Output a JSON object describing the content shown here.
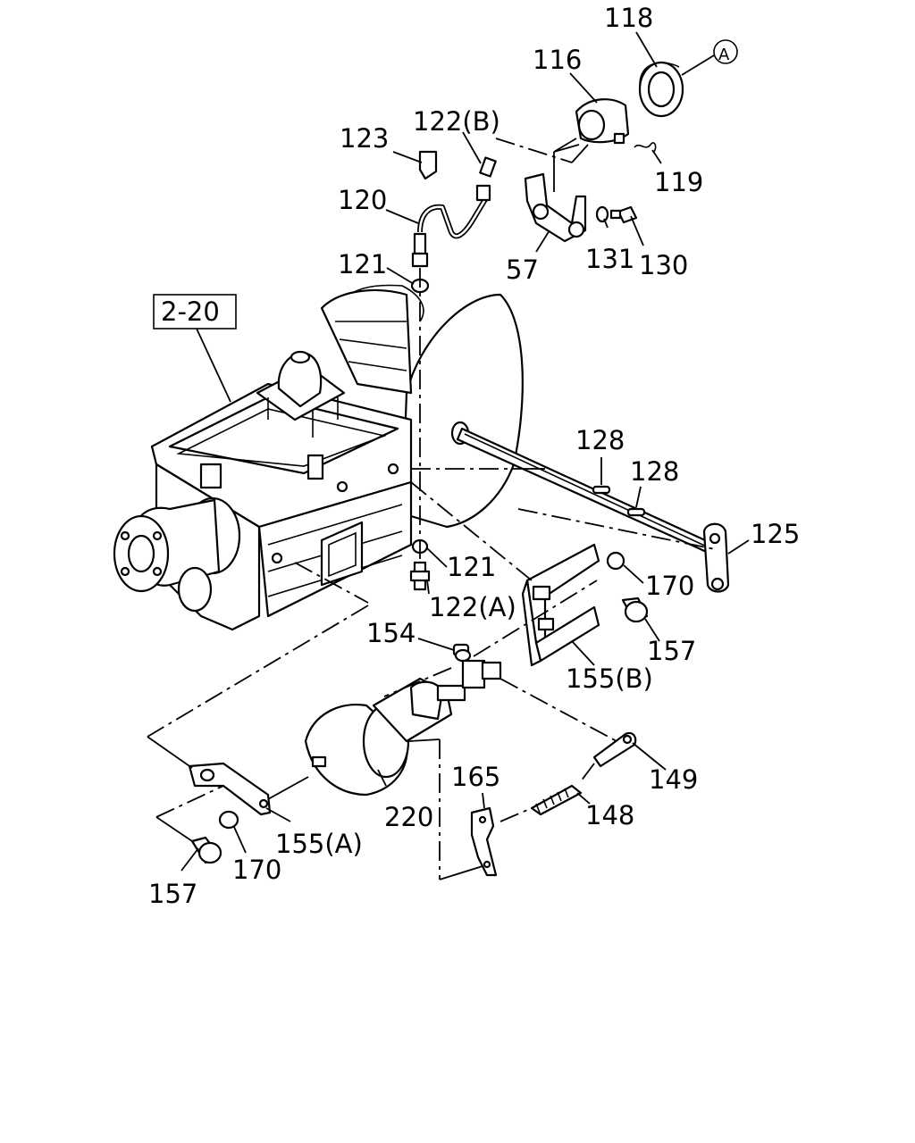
{
  "diagram": {
    "reference_box": "2-20",
    "circle_marker": "A",
    "callouts": [
      {
        "id": "118",
        "text": "118"
      },
      {
        "id": "116",
        "text": "116"
      },
      {
        "id": "122B",
        "text": "122(B)"
      },
      {
        "id": "123",
        "text": "123"
      },
      {
        "id": "119",
        "text": "119"
      },
      {
        "id": "120",
        "text": "120"
      },
      {
        "id": "57",
        "text": "57"
      },
      {
        "id": "131",
        "text": "131"
      },
      {
        "id": "130",
        "text": "130"
      },
      {
        "id": "121a",
        "text": "121"
      },
      {
        "id": "128a",
        "text": "128"
      },
      {
        "id": "128b",
        "text": "128"
      },
      {
        "id": "125",
        "text": "125"
      },
      {
        "id": "121b",
        "text": "121"
      },
      {
        "id": "170a",
        "text": "170"
      },
      {
        "id": "122A",
        "text": "122(A)"
      },
      {
        "id": "157a",
        "text": "157"
      },
      {
        "id": "154",
        "text": "154"
      },
      {
        "id": "155B",
        "text": "155(B)"
      },
      {
        "id": "165",
        "text": "165"
      },
      {
        "id": "149",
        "text": "149"
      },
      {
        "id": "148",
        "text": "148"
      },
      {
        "id": "220",
        "text": "220"
      },
      {
        "id": "155A",
        "text": "155(A)"
      },
      {
        "id": "170b",
        "text": "170"
      },
      {
        "id": "157b",
        "text": "157"
      }
    ]
  }
}
